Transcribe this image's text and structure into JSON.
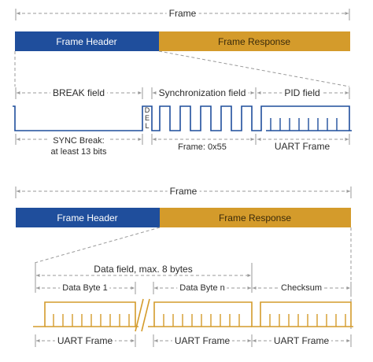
{
  "colors": {
    "header": "#1f4e9c",
    "response": "#d49b2b",
    "line": "#1f4e9c",
    "gold": "#d49b2b",
    "dim": "#9a9a9a",
    "text": "#2b2b2b"
  },
  "top": {
    "frame_label": "Frame",
    "header_label": "Frame Header",
    "response_label": "Frame Response",
    "break_label": "BREAK field",
    "sync_label": "Synchronization field",
    "pid_label": "PID field",
    "del_label": [
      "D",
      "E",
      "L"
    ],
    "sync_break_label": "SYNC Break:\nat least 13 bits",
    "sync_frame_label": "Frame: 0x55",
    "pid_frame_label": "UART Frame"
  },
  "bottom": {
    "frame_label": "Frame",
    "header_label": "Frame Header",
    "response_label": "Frame Response",
    "data_field_label": "Data field, max. 8 bytes",
    "byte1_label": "Data Byte 1",
    "byten_label": "Data Byte n",
    "checksum_label": "Checksum",
    "uart1_label": "UART Frame",
    "uart2_label": "UART Frame",
    "uart3_label": "UART Frame"
  }
}
